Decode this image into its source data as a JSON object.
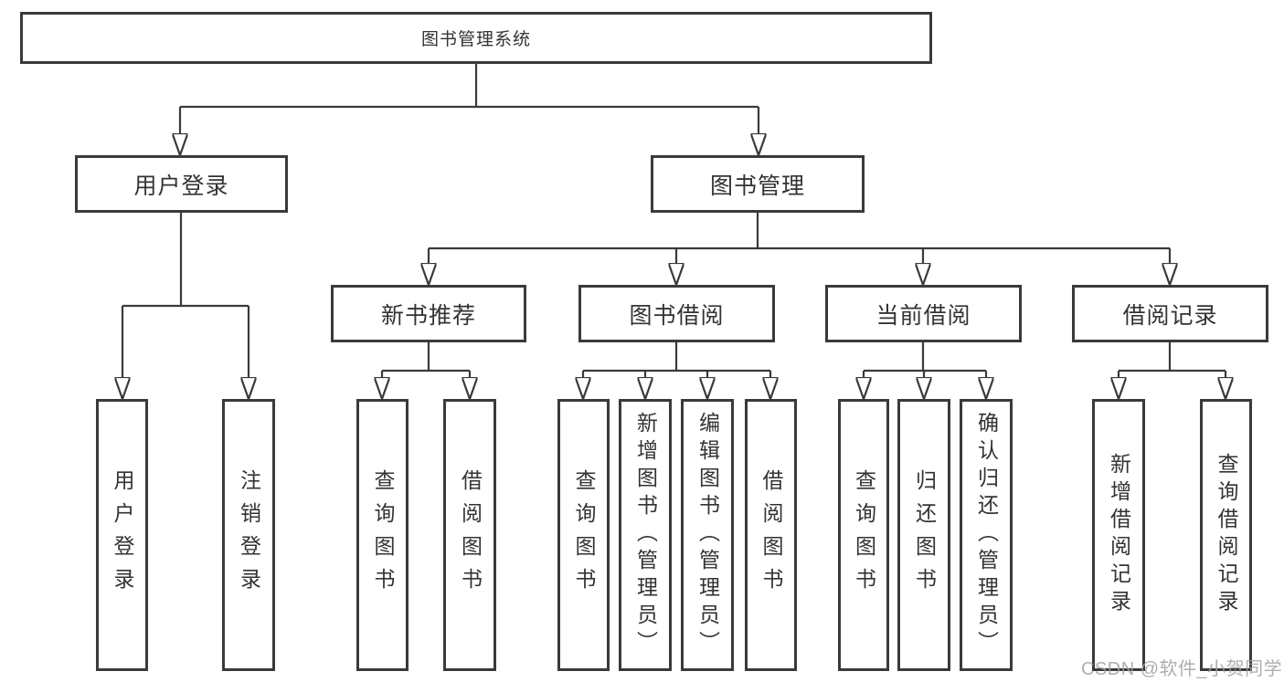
{
  "diagram": {
    "title": "图书管理系统",
    "colors": {
      "line": "#3a3a3a",
      "text": "#333333",
      "box_background": "#ffffff",
      "watermark": "#a0a0a0"
    },
    "root": {
      "label": "图书管理系统"
    },
    "level2": [
      {
        "label": "用户登录"
      },
      {
        "label": "图书管理"
      }
    ],
    "level3": [
      {
        "label": "新书推荐"
      },
      {
        "label": "图书借阅"
      },
      {
        "label": "当前借阅"
      },
      {
        "label": "借阅记录"
      }
    ],
    "leaves": [
      {
        "label": "用户登录"
      },
      {
        "label": "注销登录"
      },
      {
        "label": "查询图书"
      },
      {
        "label": "借阅图书"
      },
      {
        "label": "查询图书"
      },
      {
        "label": "新增图书（管理员）"
      },
      {
        "label": "编辑图书（管理员）"
      },
      {
        "label": "借阅图书"
      },
      {
        "label": "查询图书"
      },
      {
        "label": "归还图书"
      },
      {
        "label": "确认归还（管理员）"
      },
      {
        "label": "新增借阅记录"
      },
      {
        "label": "查询借阅记录"
      }
    ],
    "watermark": {
      "text": "CSDN @软件_小贺同学"
    }
  }
}
